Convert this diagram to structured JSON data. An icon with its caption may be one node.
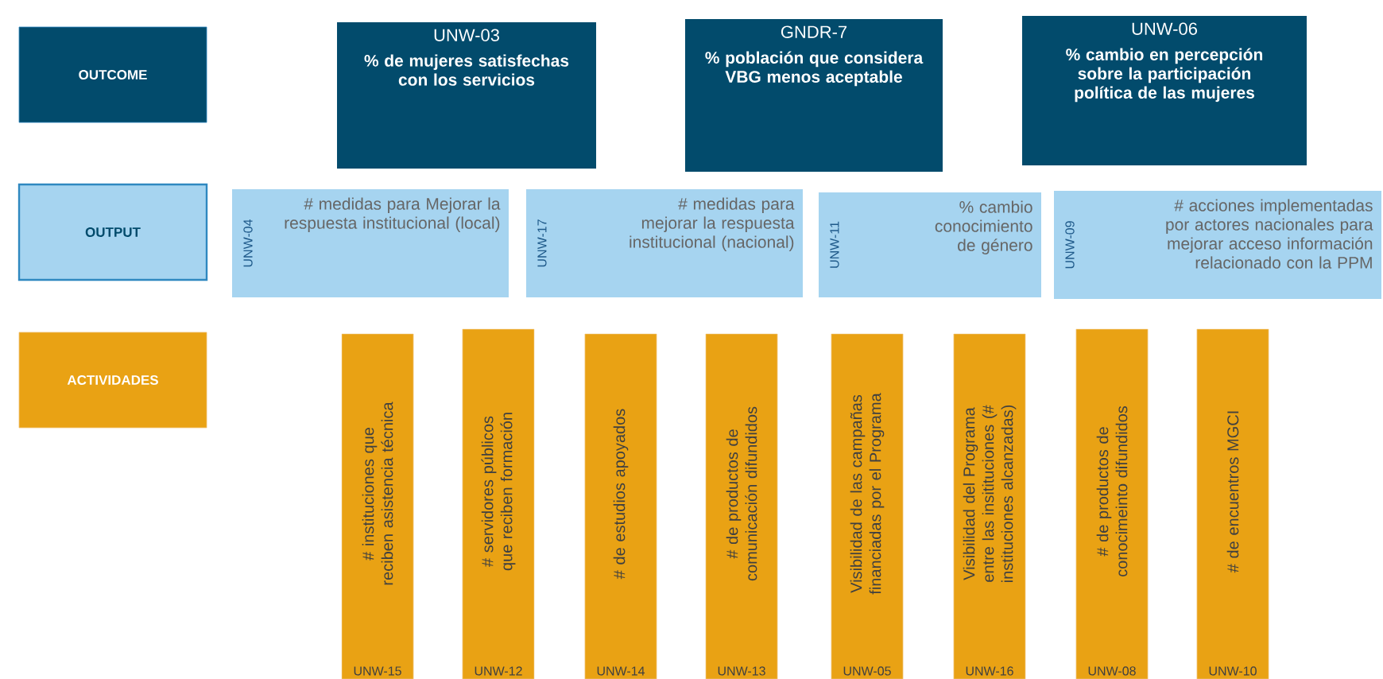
{
  "diagram": {
    "nodes": [
      {
        "text": [
          "OUTCOME"
        ]
      },
      {
        "text": [
          "OUTPUT"
        ]
      },
      {
        "text": [
          "ACTIVIDADES"
        ]
      },
      {
        "text": [
          "UNW-03",
          "% de mujeres satisfechas con los servicios"
        ]
      },
      {
        "text": [
          "GNDR-7",
          "%  población que considera VBG menos aceptable"
        ]
      },
      {
        "text": [
          "UNW-06",
          "% cambio en percepción sobre la participación política de las mujeres"
        ]
      },
      {
        "text": [
          "UNW-04",
          "#  medidas para Mejorar  la respuesta institucional (local)"
        ]
      },
      {
        "text": [
          "UNW-17",
          "#  medidas para mejorar  la respuesta institucional (nacional)"
        ]
      },
      {
        "text": [
          "UNW-11",
          "% cambio conocimiento de género"
        ]
      },
      {
        "text": [
          "UNW-09",
          "# acciones implementadas por actores nacionales para mejorar acceso información relacionado con la PPM"
        ]
      },
      {
        "text": [
          "# instituciones que reciben asistencia  técnica",
          "UNW-15"
        ]
      },
      {
        "text": [
          "# servidores públicos que reciben formación",
          "UNW-12"
        ]
      },
      {
        "text": [
          "# de estudios apoyados",
          "UNW-14"
        ]
      },
      {
        "text": [
          "# de productos de comunicación difundidos",
          "UNW-13"
        ]
      },
      {
        "text": [
          "Visibilidad  de las campañas financiadas por el Programa",
          "UNW-05"
        ]
      },
      {
        "text": [
          "Visibilidad del Programa entre las insitituciones (# instituciones alcanzadas)",
          "UNW-16"
        ]
      },
      {
        "text": [
          "# de productos de conocimeinto difundidos",
          "UNW-08"
        ]
      },
      {
        "text": [
          "# de encuentros  MGCI",
          "UNW-10"
        ]
      }
    ]
  }
}
